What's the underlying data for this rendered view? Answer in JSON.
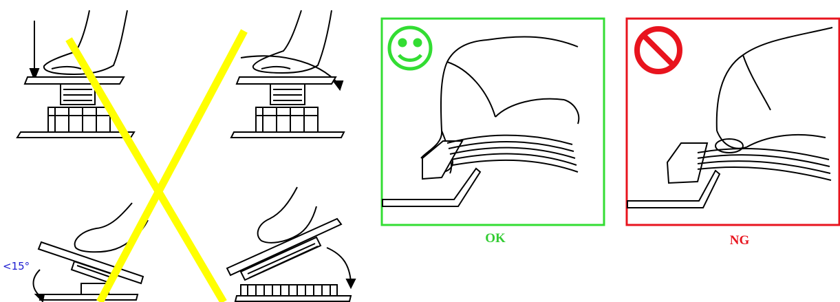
{
  "left_panel": {
    "angle_label": "<15°",
    "cross_color": "#ffff00",
    "steps": [
      "press-straight-down",
      "roll-onto-connector",
      "angled-press",
      "hinged-tilt"
    ]
  },
  "ok_panel": {
    "label": "OK",
    "color": "#33dd33",
    "icon": "smiley-face-icon"
  },
  "ng_panel": {
    "label": "NG",
    "color": "#e8141e",
    "icon": "prohibited-icon"
  }
}
